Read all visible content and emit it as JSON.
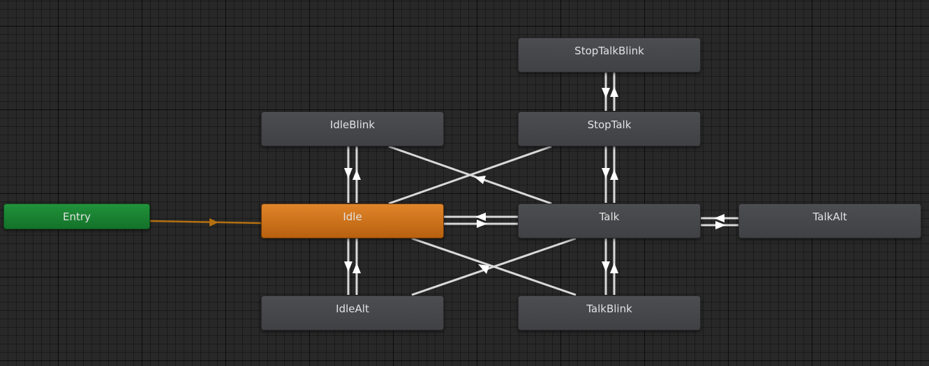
{
  "graph": {
    "states": {
      "entry": {
        "label": "Entry",
        "color": "#1a8a35"
      },
      "idle": {
        "label": "Idle",
        "color": "#d77a22"
      },
      "idle_blink": {
        "label": "IdleBlink"
      },
      "idle_alt": {
        "label": "IdleAlt"
      },
      "talk": {
        "label": "Talk"
      },
      "talk_alt": {
        "label": "TalkAlt"
      },
      "stop_talk": {
        "label": "StopTalk"
      },
      "stop_talk_blink": {
        "label": "StopTalkBlink"
      },
      "talk_blink": {
        "label": "TalkBlink"
      }
    },
    "transition_color": "#e6e6e6",
    "default_transition_color": "#b57010"
  }
}
